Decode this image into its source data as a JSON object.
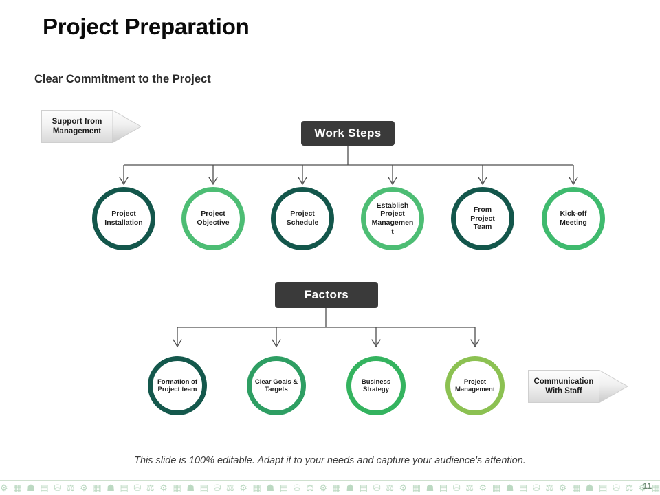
{
  "slide": {
    "title": "Project Preparation",
    "subtitle": "Clear Commitment to the Project",
    "footer_note": "This slide is 100% editable. Adapt it to your needs and capture your audience's attention.",
    "page_number": "11",
    "icon_strip_glyphs": "⚙ ▦ ☗ ▤ ⛁ ⚖ ⚙ ▦ ☗ ▤ ⛁ ⚖ ⚙ ▦ ☗ ▤ ⛁ ⚖ ⚙ ▦ ☗ ▤ ⛁ ⚖ ⚙ ▦ ☗ ▤ ⛁ ⚖ ⚙ ▦ ☗ ▤ ⛁ ⚖ ⚙ ▦ ☗ ▤ ⛁ ⚖ ⚙ ▦ ☗ ▤ ⛁ ⚖ ⚙ ▦ ☗ ▤ ⛁ ⚖ ⚙ ▦ ☗ ▤ ⛁ ⚖"
  },
  "callouts": {
    "support": {
      "label": "Support from\nManagement"
    },
    "communication": {
      "label": "Communication\nWith Staff"
    }
  },
  "groups": {
    "work_steps": {
      "heading": "Work Steps",
      "nodes": [
        {
          "label": "Project\nInstallation",
          "color": "#13564b"
        },
        {
          "label": "Project\nObjective",
          "color": "#4dbd74"
        },
        {
          "label": "Project\nSchedule",
          "color": "#13564b"
        },
        {
          "label": "Establish\nProject\nManagemen\nt",
          "color": "#4dbd74"
        },
        {
          "label": "From\nProject\nTeam",
          "color": "#13564b"
        },
        {
          "label": "Kick-off\nMeeting",
          "color": "#3fba6e"
        }
      ]
    },
    "factors": {
      "heading": "Factors",
      "nodes": [
        {
          "label": "Formation of\nProject team",
          "color": "#14584c"
        },
        {
          "label": "Clear Goals &\nTargets",
          "color": "#2e9e63"
        },
        {
          "label": "Business\nStrategy",
          "color": "#34b35f"
        },
        {
          "label": "Project\nManagement",
          "color": "#8cc152"
        }
      ]
    }
  },
  "colors": {
    "dark_box": "#3a3a3a",
    "connector": "#4d4d4d",
    "teal": "#13564b",
    "green": "#4dbd74",
    "light_green": "#8cc152"
  }
}
